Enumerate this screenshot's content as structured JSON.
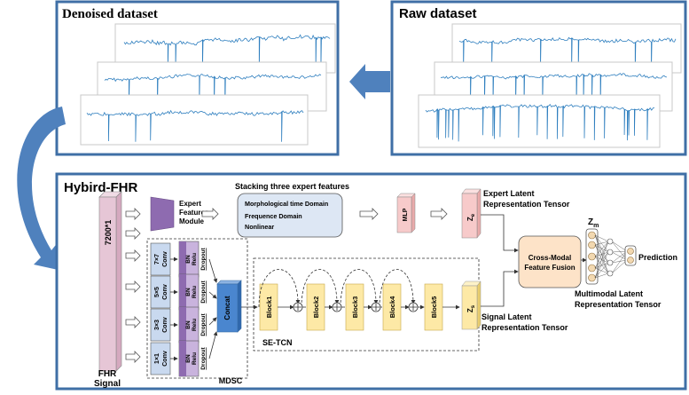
{
  "panels": {
    "denoised_title": "Denoised dataset",
    "raw_title": "Raw dataset",
    "model_title": "Hybird-FHR"
  },
  "input": {
    "size_label": "7200*1",
    "signal_label_1": "FHR",
    "signal_label_2": "Signal"
  },
  "expert": {
    "module_line1": "Expert",
    "module_line2": "Features",
    "module_line3": "Module",
    "stack_title": "Stacking three expert features",
    "features": [
      "Morphological time Domain",
      "Frequence Domain",
      "Nonlinear"
    ],
    "mlp": "MLP",
    "z_sym": "Z",
    "z_sub": "e",
    "tensor_line1": "Expert Latent",
    "tensor_line2": "Representation Tensor"
  },
  "mdsc": {
    "branches": [
      {
        "kernel": "7×7",
        "op": "Conv"
      },
      {
        "kernel": "5×5",
        "op": "Conv"
      },
      {
        "kernel": "3×3",
        "op": "Conv"
      },
      {
        "kernel": "1×1",
        "op": "Conv"
      }
    ],
    "bn": [
      "BN",
      "Relu",
      "Dropout"
    ],
    "concat": "Concat",
    "label": "MDSC"
  },
  "tcn": {
    "blocks": [
      "Block1",
      "Block2",
      "Block3",
      "Block4",
      "Block5"
    ],
    "label": "SE-TCN",
    "z_sym": "Z",
    "z_sub": "s",
    "tensor_line1": "Signal Latent",
    "tensor_line2": "Representation Tensor"
  },
  "fusion": {
    "line1": "Cross-Modal",
    "line2": "Feature Fusion",
    "zm_sym": "Z",
    "zm_sub": "m",
    "tensor_line1": "Multimodal Latent",
    "tensor_line2": "Representation Tensor",
    "prediction": "Prediction"
  },
  "colors": {
    "panel_border": "#3f6fa6",
    "arrow_blue": "#4f81bd",
    "signal_line": "#2f7fbf",
    "input_bar": "#e6c6d6",
    "purple": "#8e6bb0",
    "purple_light": "#c9b3dd",
    "conv_blue": "#c9d9ef",
    "concat_blue": "#4a86cf",
    "block_yellow": "#fde9a6",
    "mlp_pink": "#f7caca",
    "fusion_peach": "#fde3c8",
    "node_orange": "#f2d8b0"
  }
}
